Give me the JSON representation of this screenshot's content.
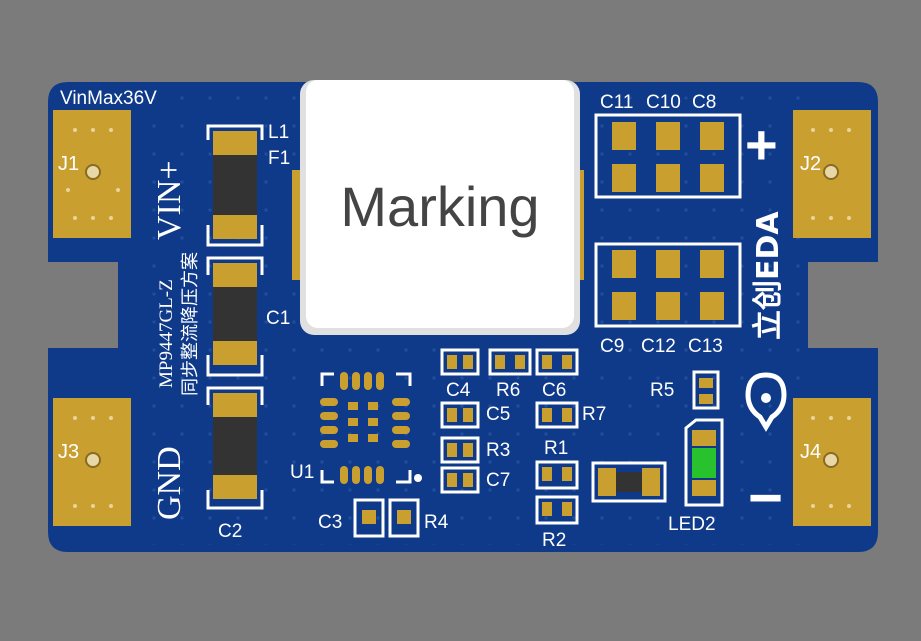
{
  "board": {
    "corner_text": "VinMax36V",
    "vin_label": "VIN+",
    "gnd_label": "GND",
    "part_label": "MP9447GL-Z",
    "chinese_label": "同步整流降压方案",
    "plus_sign": "+",
    "minus_sign": "−",
    "logo_text": "立创EDA",
    "colors": {
      "board": "#0f3a8a",
      "gold": "#c9a030",
      "silk": "#ffffff",
      "background": "#7b7b7b",
      "led": "#29c22f"
    }
  },
  "connectors": {
    "j1": "J1",
    "j2": "J2",
    "j3": "J3",
    "j4": "J4"
  },
  "components": {
    "l1": "L1",
    "f1": "F1",
    "c1": "C1",
    "c2": "C2",
    "c3": "C3",
    "c4": "C4",
    "c5": "C5",
    "c6": "C6",
    "c7": "C7",
    "c8": "C8",
    "c9": "C9",
    "c10": "C10",
    "c11": "C11",
    "c12": "C12",
    "c13": "C13",
    "r1": "R1",
    "r2": "R2",
    "r3": "R3",
    "r4": "R4",
    "r5": "R5",
    "r6": "R6",
    "r7": "R7",
    "u1": "U1",
    "led2": "LED2"
  },
  "inductor": {
    "marking": "Marking"
  }
}
